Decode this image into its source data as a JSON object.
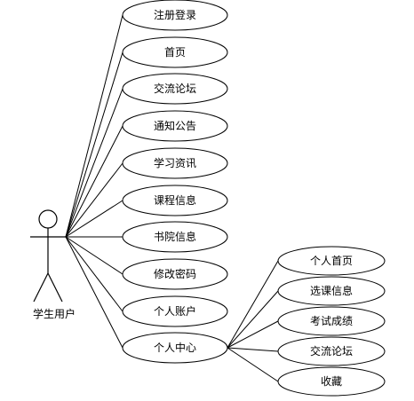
{
  "actor": {
    "label": "学生用户"
  },
  "use_cases": [
    {
      "label": "注册登录"
    },
    {
      "label": "首页"
    },
    {
      "label": "交流论坛"
    },
    {
      "label": "通知公告"
    },
    {
      "label": "学习资讯"
    },
    {
      "label": "课程信息"
    },
    {
      "label": "书院信息"
    },
    {
      "label": "修改密码"
    },
    {
      "label": "个人账户"
    },
    {
      "label": "个人中心"
    }
  ],
  "sub_use_cases": [
    {
      "label": "个人首页"
    },
    {
      "label": "选课信息"
    },
    {
      "label": "考试成绩"
    },
    {
      "label": "交流论坛"
    },
    {
      "label": "收藏"
    }
  ],
  "colors": {
    "stroke": "#000000",
    "fill": "#ffffff"
  }
}
